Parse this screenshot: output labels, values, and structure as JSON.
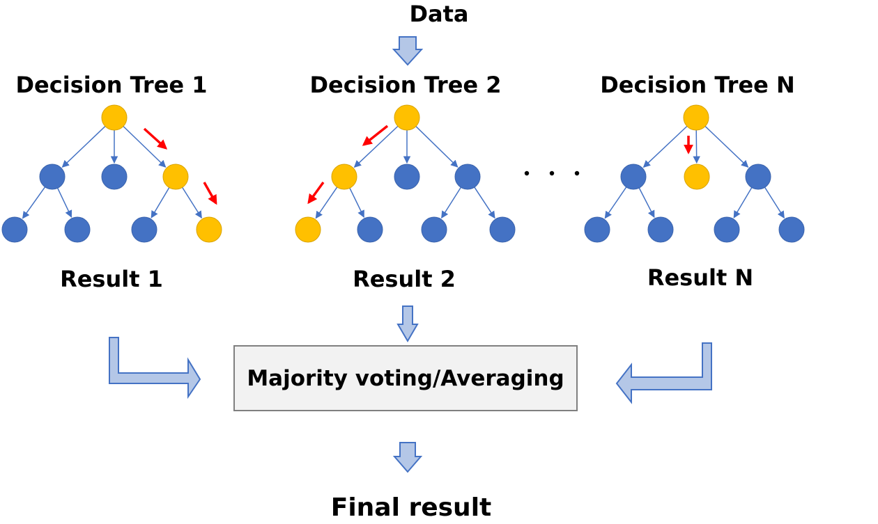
{
  "labels": {
    "data": "Data",
    "trees": [
      "Decision Tree 1",
      "Decision Tree 2",
      "Decision Tree N"
    ],
    "results": [
      "Result 1",
      "Result 2",
      "Result N"
    ],
    "aggregation": "Majority voting/Averaging",
    "final": "Final result"
  },
  "colors": {
    "active_node": "#ffc000",
    "inactive_node": "#4472c4",
    "edge": "#4472c4",
    "path_arrow": "#ff0000",
    "flow_arrow_fill": "#b4c7e7",
    "flow_arrow_stroke": "#4472c4",
    "box_fill": "#f2f2f2",
    "box_border": "#7f7f7f"
  },
  "trees": [
    {
      "name": "decision-tree-1",
      "active_path": [
        "root",
        "child-3",
        "grandchild-4"
      ]
    },
    {
      "name": "decision-tree-2",
      "active_path": [
        "root",
        "child-1",
        "grandchild-1"
      ]
    },
    {
      "name": "decision-tree-n",
      "active_path": [
        "root",
        "child-2"
      ]
    }
  ],
  "ellipsis_dot_count": 3
}
